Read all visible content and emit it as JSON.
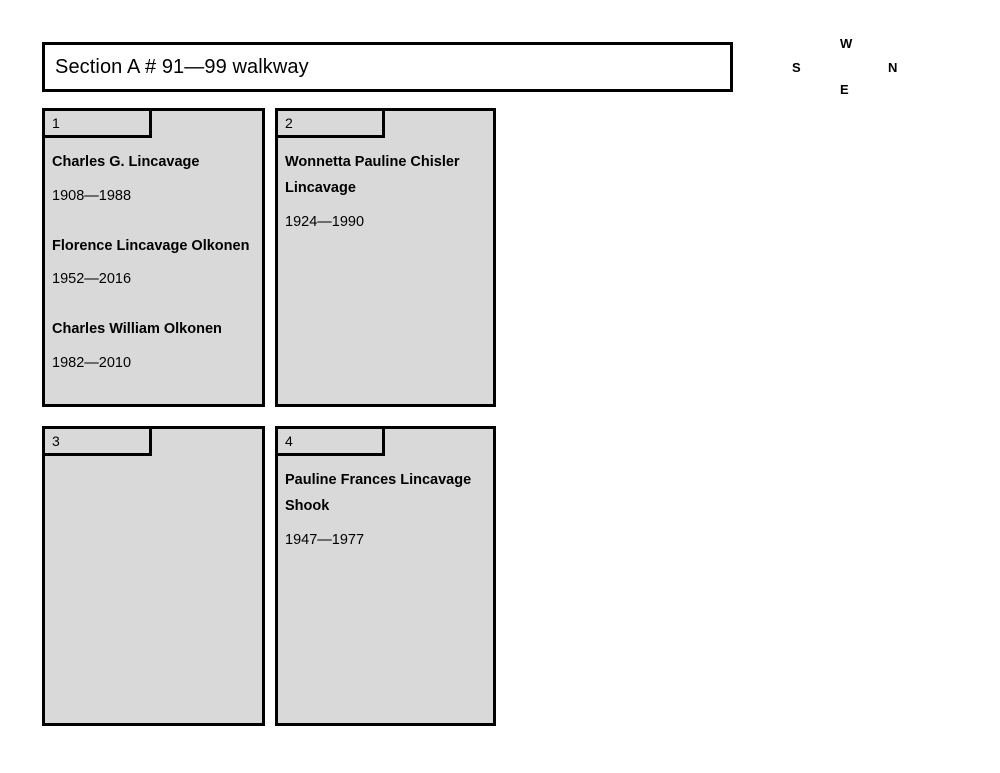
{
  "section": {
    "title": "Section A # 91—99 walkway"
  },
  "compass": {
    "north": "N",
    "south": "S",
    "east": "E",
    "west": "W"
  },
  "colors": {
    "plot_fill": "#d9d9d9",
    "outline": "#000000",
    "page_background": "#ffffff",
    "title_fill": "#ffffff"
  },
  "plots": [
    {
      "number": "1",
      "burials": [
        {
          "name": "Charles G. Lincavage",
          "dates": "1908—1988"
        },
        {
          "name": "Florence Lincavage Olkonen",
          "dates": "1952—2016"
        },
        {
          "name": "Charles William Olkonen",
          "dates": "1982—2010"
        }
      ]
    },
    {
      "number": "2",
      "burials": [
        {
          "name": "Wonnetta Pauline Chisler Lincavage",
          "dates": "1924—1990"
        }
      ]
    },
    {
      "number": "3",
      "burials": []
    },
    {
      "number": "4",
      "burials": [
        {
          "name": "Pauline Frances Lincavage Shook",
          "dates": "1947—1977"
        }
      ]
    }
  ]
}
